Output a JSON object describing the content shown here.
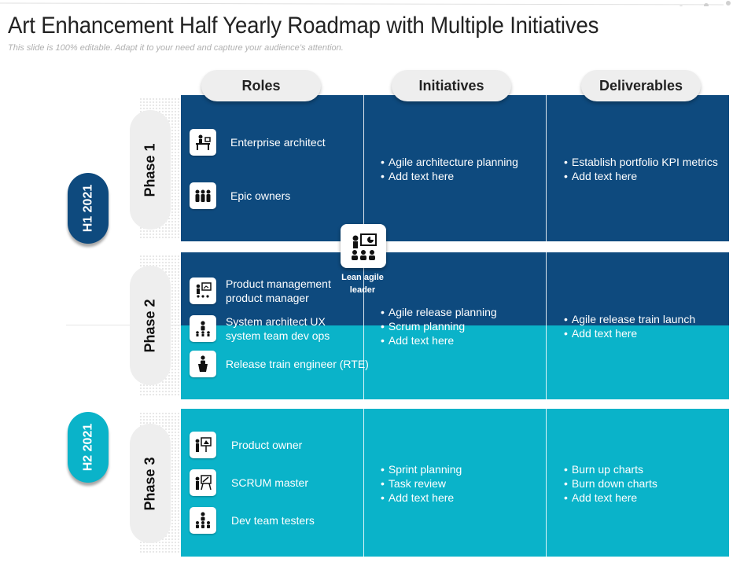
{
  "page": {
    "title": "Art Enhancement Half Yearly Roadmap with Multiple Initiatives",
    "subtitle": "This slide is 100% editable. Adapt it to your need and capture your audience’s attention."
  },
  "colors": {
    "dark_blue": "#0e4a7e",
    "teal": "#0ab3c9",
    "pill_gray": "#eeeeee"
  },
  "columns": [
    "Roles",
    "Initiatives",
    "Deliverables"
  ],
  "half_years": [
    "H1 2021",
    "H2 2021"
  ],
  "phases": [
    {
      "label": "Phase 1",
      "roles": [
        {
          "icon": "desk-worker-icon",
          "text": "Enterprise architect"
        },
        {
          "icon": "group-icon",
          "text": "Epic owners"
        }
      ],
      "initiatives": [
        "Agile architecture planning",
        "Add text here"
      ],
      "deliverables": [
        "Establish portfolio KPI metrics",
        "Add text here"
      ]
    },
    {
      "label": "Phase 2",
      "roles": [
        {
          "icon": "presentation-icon",
          "text": "Product management\nproduct manager"
        },
        {
          "icon": "team-leader-icon",
          "text": "System architect UX\nsystem team dev ops"
        },
        {
          "icon": "podium-speaker-icon",
          "text": "Release train engineer (RTE)"
        }
      ],
      "initiatives": [
        "Agile release planning",
        "Scrum planning",
        "Add text here"
      ],
      "deliverables": [
        "Agile release train launch",
        "Add text here"
      ]
    },
    {
      "label": "Phase 3",
      "roles": [
        {
          "icon": "presentation-board-icon",
          "text": "Product owner"
        },
        {
          "icon": "presenter-icon",
          "text": "SCRUM master"
        },
        {
          "icon": "team-meeting-icon",
          "text": "Dev team testers"
        }
      ],
      "initiatives": [
        "Sprint planning",
        "Task review",
        "Add text here"
      ],
      "deliverables": [
        "Burn up charts",
        "Burn down charts",
        "Add text here"
      ]
    }
  ],
  "leader": {
    "icon": "lean-agile-leader-icon",
    "label": "Lean agile\nleader"
  }
}
